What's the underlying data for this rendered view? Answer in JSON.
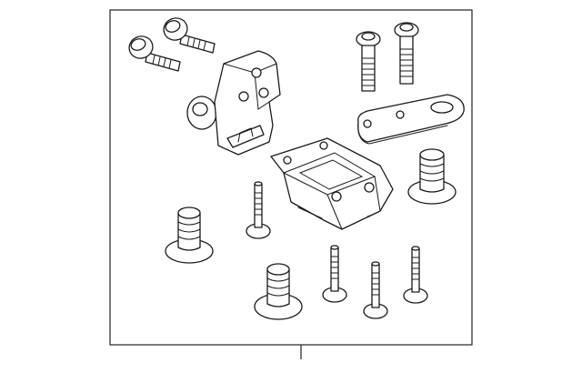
{
  "diagram": {
    "kind": "exploded-parts-illustration",
    "parts": [
      "bolt-top-left-upper",
      "bolt-top-left-lower",
      "mount-bracket-left",
      "bolt-top-right-a",
      "bolt-top-right-b",
      "bracket-plate-right",
      "mount-bracket-center",
      "stud-bushing-right",
      "bolt-center-small",
      "stud-bushing-left",
      "stud-bushing-bottom-center",
      "bolt-bottom-a",
      "bolt-bottom-b",
      "bolt-bottom-c"
    ],
    "colors": {
      "line": "#1a1a1a",
      "background": "#ffffff",
      "frame": "#222222"
    }
  }
}
